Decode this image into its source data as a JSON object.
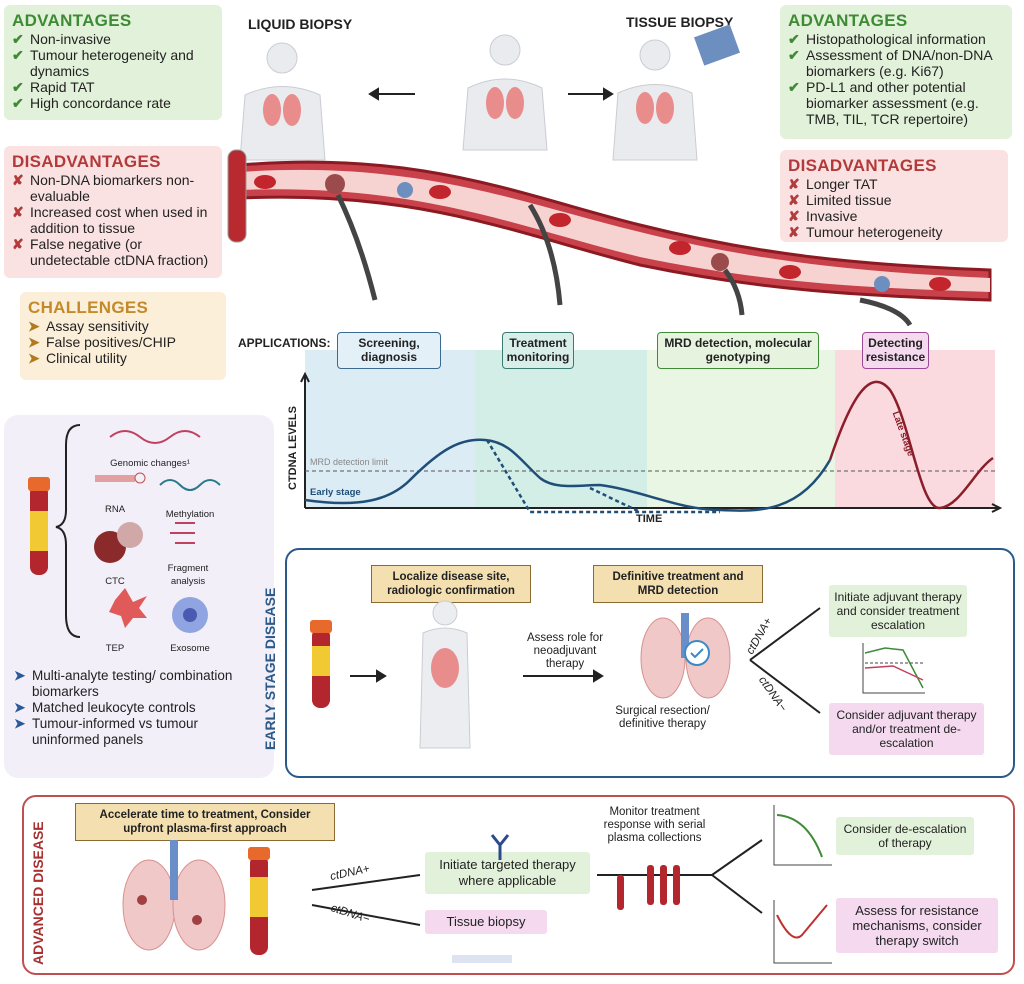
{
  "liquid_biopsy": {
    "label": "LIQUID BIOPSY",
    "advantages": {
      "title": "ADVANTAGES",
      "items": [
        "Non-invasive",
        "Tumour heterogeneity and dynamics",
        "Rapid TAT",
        "High concordance rate"
      ]
    },
    "disadvantages": {
      "title": "DISADVANTAGES",
      "items": [
        "Non-DNA biomarkers non-evaluable",
        "Increased cost when used in addition to tissue",
        "False negative (or undetectable ctDNA fraction)"
      ]
    },
    "challenges": {
      "title": "CHALLENGES",
      "items": [
        "Assay sensitivity",
        "False positives/CHIP",
        "Clinical utility"
      ]
    }
  },
  "tissue_biopsy": {
    "label": "TISSUE BIOPSY",
    "advantages": {
      "title": "ADVANTAGES",
      "items": [
        "Histopathological information",
        "Assessment of DNA/non-DNA biomarkers (e.g. Ki67)",
        "PD-L1 and other potential biomarker assessment (e.g. TMB, TIL, TCR repertoire)"
      ]
    },
    "disadvantages": {
      "title": "DISADVANTAGES",
      "items": [
        "Longer TAT",
        "Limited tissue",
        "Invasive",
        "Tumour heterogeneity"
      ]
    }
  },
  "applications": {
    "label": "APPLICATIONS:",
    "items": [
      "Screening, diagnosis",
      "Treatment monitoring",
      "MRD detection, molecular genotyping",
      "Detecting resistance"
    ],
    "ylabel": "CTDNA LEVELS",
    "xlabel": "TIME",
    "mrd_limit": "MRD detection limit",
    "early": "Early stage",
    "late": "Late stage",
    "colors": {
      "screening": "#dcecf5",
      "monitoring": "#d3eee6",
      "mrd": "#e9f6e3",
      "resistance": "#fadadf",
      "curve": "#1f4e79",
      "late": "#8b1e2a"
    }
  },
  "analytes": {
    "items": [
      "Genomic changes¹",
      "RNA",
      "Methylation",
      "CTC",
      "Fragment analysis",
      "TEP",
      "Exosome"
    ],
    "bullets": [
      "Multi-analyte testing/ combination biomarkers",
      "Matched leukocyte controls",
      "Tumour-informed vs tumour uninformed panels"
    ]
  },
  "early_stage": {
    "label": "EARLY STAGE DISEASE",
    "step1": "Localize disease site, radiologic confirmation",
    "step2": "Definitive treatment and MRD detection",
    "assess": "Assess role for neoadjuvant therapy",
    "surgery": "Surgical resection/ definitive therapy",
    "pos": "ctDNA+",
    "neg": "ctDNA−",
    "pos_action": "Initiate adjuvant therapy and consider treatment escalation",
    "neg_action": "Consider adjuvant therapy and/or treatment de-escalation"
  },
  "advanced": {
    "label": "ADVANCED DISEASE",
    "step1": "Accelerate time to treatment, Consider upfront plasma-first approach",
    "pos": "ctDNA+",
    "neg": "ctDNA−",
    "targeted": "Initiate targeted therapy where applicable",
    "tissue": "Tissue biopsy",
    "monitor": "Monitor treatment response with serial plasma collections",
    "deesc": "Consider de-escalation of therapy",
    "resist": "Assess for resistance mechanisms, consider therapy switch"
  }
}
